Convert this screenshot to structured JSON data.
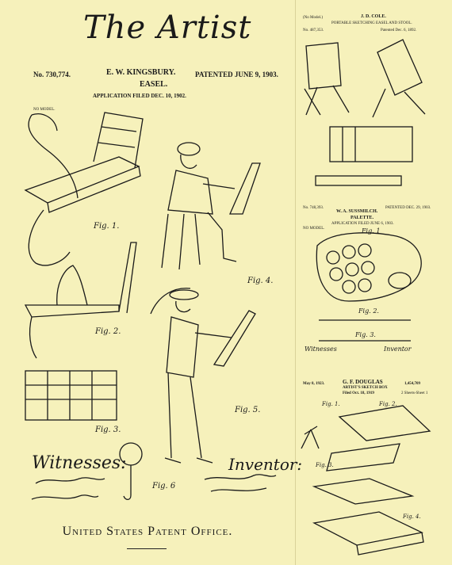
{
  "title": "The Artist",
  "patent_main": {
    "number": "No. 730,774.",
    "inventor": "E. W. KINGSBURY.",
    "patented": "PATENTED JUNE 9, 1903.",
    "subject": "EASEL.",
    "application": "APPLICATION FILED DEC. 10, 1902.",
    "model": "NO MODEL.",
    "figures": [
      "Fig. 1.",
      "Fig. 2.",
      "Fig. 3.",
      "Fig. 4.",
      "Fig. 5.",
      "Fig. 6"
    ],
    "witnesses_label": "Witnesses:",
    "inventor_label": "Inventor:"
  },
  "patent_stool": {
    "model": "(No Model.)",
    "inventor": "J. D. COLE.",
    "subject": "PORTABLE SKETCHING EASEL AND STOOL.",
    "number": "No. 487,353.",
    "patented": "Patented Dec. 6, 1892."
  },
  "patent_palette": {
    "number": "No. 748,393.",
    "patented": "PATENTED DEC. 29, 1903.",
    "inventor": "W. A. SUSSMILCH.",
    "subject": "PALETTE.",
    "application": "APPLICATION FILED JUNE 6, 1903.",
    "model": "NO MODEL.",
    "figures": [
      "Fig. 1",
      "Fig. 2.",
      "Fig. 3."
    ],
    "witnesses_label": "Witnesses",
    "inventor_label": "Inventor"
  },
  "patent_box": {
    "date": "May 8, 1923.",
    "inventor": "G. F. DOUGLAS",
    "subject": "ARTIST'S SKETCH BOX",
    "filed": "Filed Oct. 18, 1919",
    "number": "1,454,709",
    "sheets": "2 Sheets-Sheet 1",
    "figures": [
      "Fig. 1.",
      "Fig. 2.",
      "Fig. 3.",
      "Fig. 4."
    ]
  },
  "footer": "United States Patent Office."
}
